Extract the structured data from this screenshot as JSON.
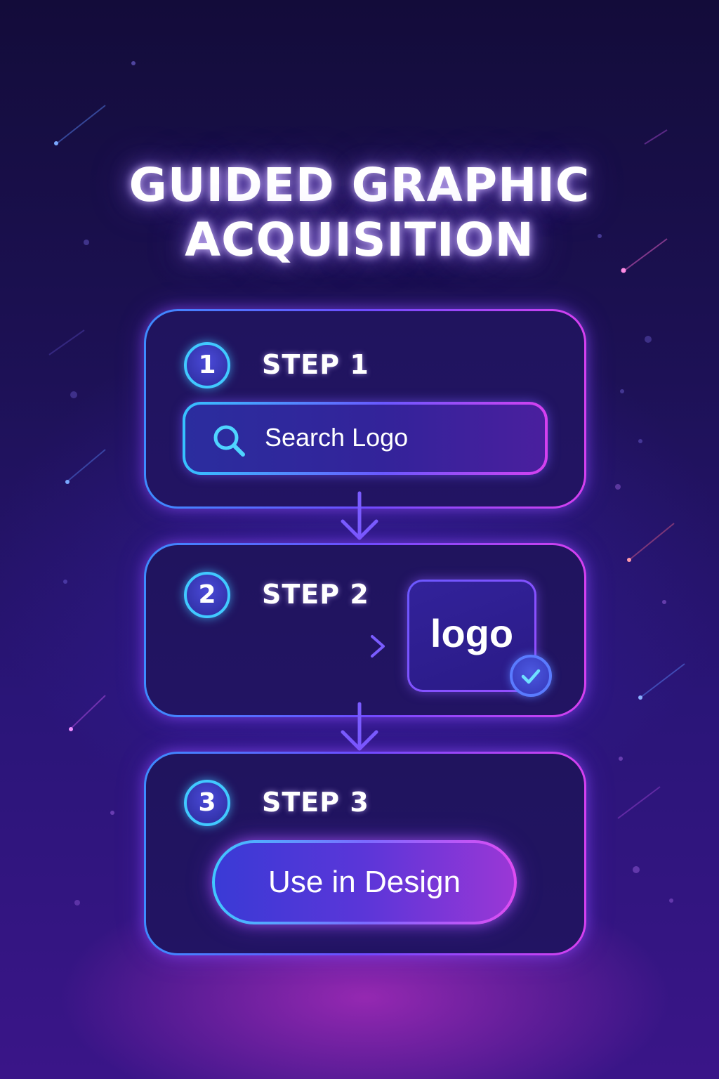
{
  "title": {
    "line1": "GUIDED GRAPHIC",
    "line2": "ACQUISITION"
  },
  "steps": [
    {
      "number": "1",
      "label": "STEP 1",
      "action": {
        "type": "search-field",
        "icon": "search-icon",
        "value": "Search Logo"
      }
    },
    {
      "number": "2",
      "label": "STEP 2",
      "result": {
        "text": "logo",
        "status_icon": "checkmark-icon"
      }
    },
    {
      "number": "3",
      "label": "STEP 3",
      "action": {
        "type": "button",
        "label": "Use in Design"
      }
    }
  ],
  "colors": {
    "background_top": "#130c3a",
    "background_bottom": "#3a1588",
    "accent_cyan": "#41c9ff",
    "accent_violet": "#6f4bff",
    "accent_magenta": "#d640f0"
  }
}
